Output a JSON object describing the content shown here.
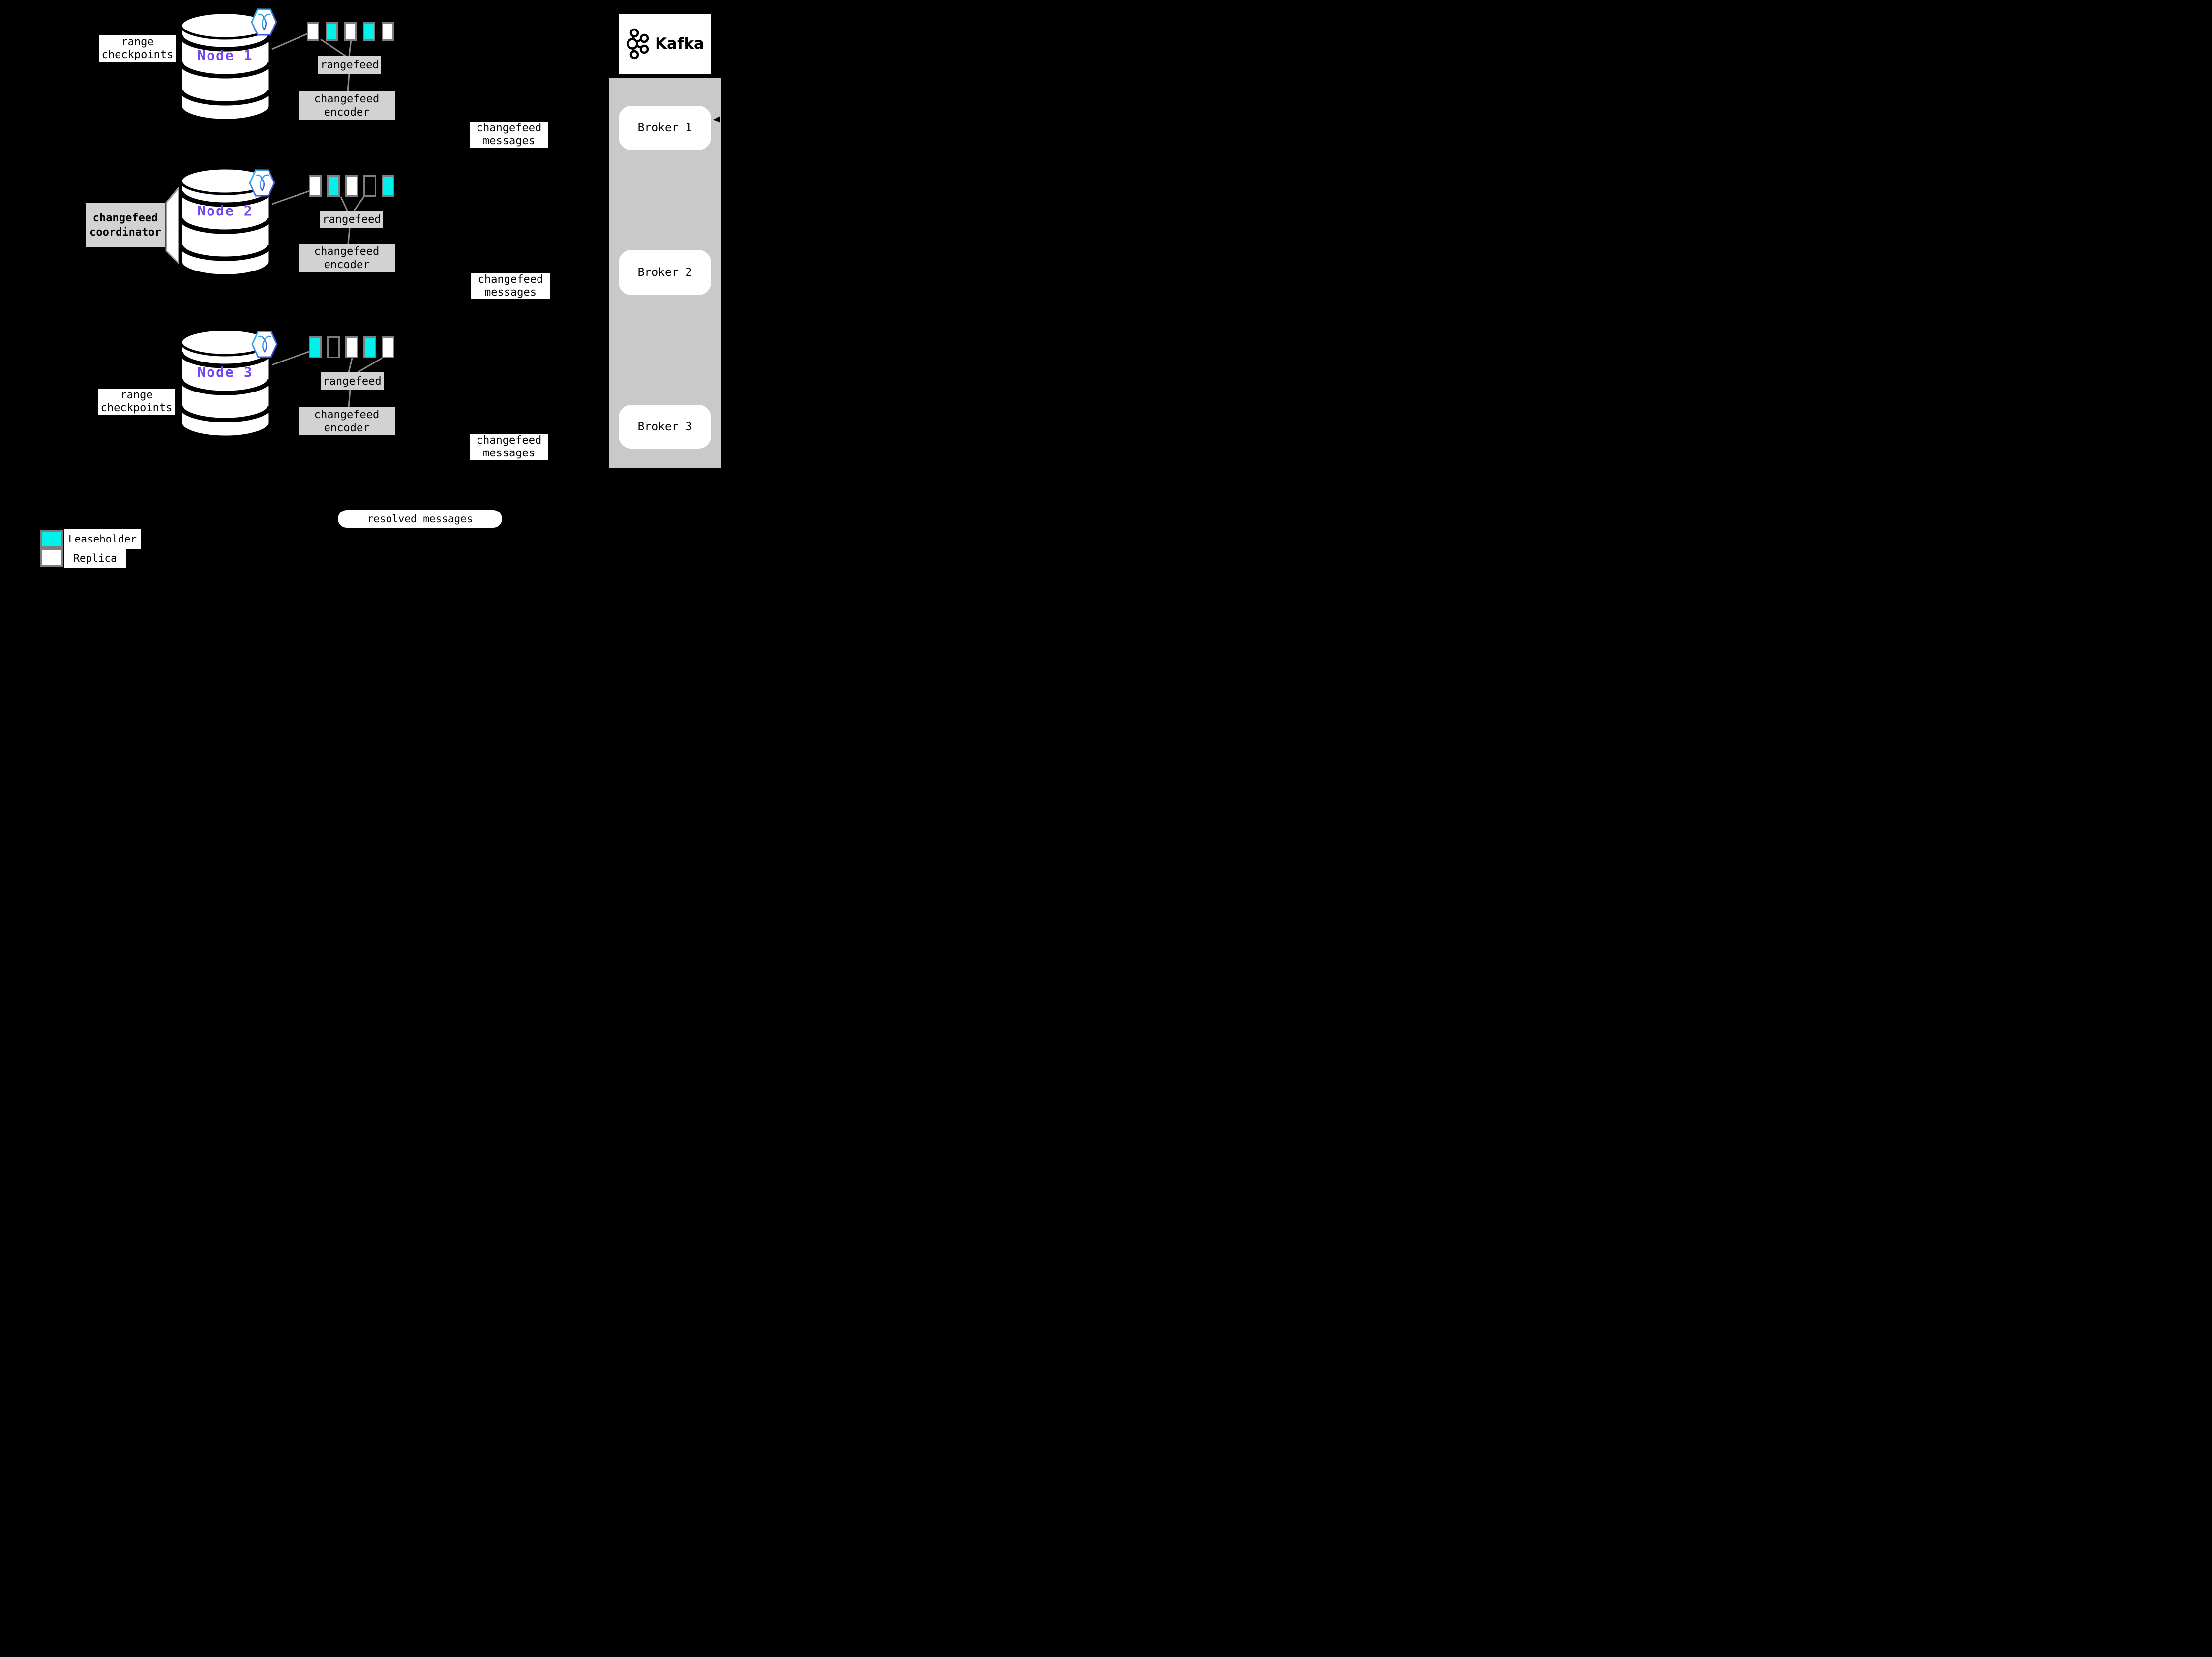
{
  "colors": {
    "bg": "#000000",
    "cyan": "#00f2ec",
    "box-gray": "#d2d2d2",
    "panel-gray": "#c9c9c9",
    "border-gray": "#7d7d7d",
    "wire-gray": "#8c8c8c",
    "node-purple": "#7445f2"
  },
  "nodes": [
    {
      "label": "Node 1",
      "ranges": [
        "replica",
        "leaseholder",
        "replica",
        "leaseholder",
        "replica"
      ]
    },
    {
      "label": "Node 2",
      "ranges": [
        "replica",
        "leaseholder",
        "replica",
        "empty",
        "leaseholder"
      ]
    },
    {
      "label": "Node 3",
      "ranges": [
        "leaseholder",
        "empty",
        "replica",
        "leaseholder",
        "replica"
      ]
    }
  ],
  "callouts": {
    "range_checkpoints_line1": "range",
    "range_checkpoints_line2": "checkpoints",
    "coordinator_line1": "changefeed",
    "coordinator_line2": "coordinator",
    "rangefeed": "rangefeed",
    "encoder_line1": "changefeed",
    "encoder_line2": "encoder",
    "messages_line1": "changefeed",
    "messages_line2": "messages",
    "resolved": "resolved messages"
  },
  "kafka": {
    "title": "Kafka",
    "brokers": [
      "Broker 1",
      "Broker 2",
      "Broker 3"
    ]
  },
  "legend": {
    "leaseholder": "Leaseholder",
    "replica": "Replica"
  }
}
